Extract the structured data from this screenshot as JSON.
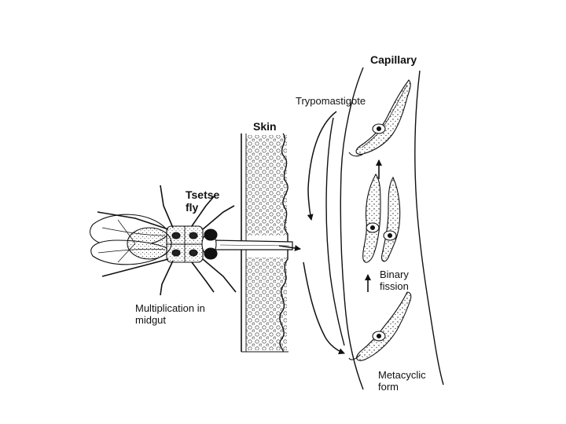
{
  "labels": {
    "capillary": "Capillary",
    "trypomastigote": "Trypomastigote",
    "skin": "Skin",
    "tsetse_fly": "Tsetse fly",
    "binary_fission": "Binary fission",
    "multiplication": "Multiplication in midgut",
    "metacyclic": "Metacyclic form"
  },
  "colors": {
    "ink": "#111111",
    "background": "#ffffff"
  }
}
